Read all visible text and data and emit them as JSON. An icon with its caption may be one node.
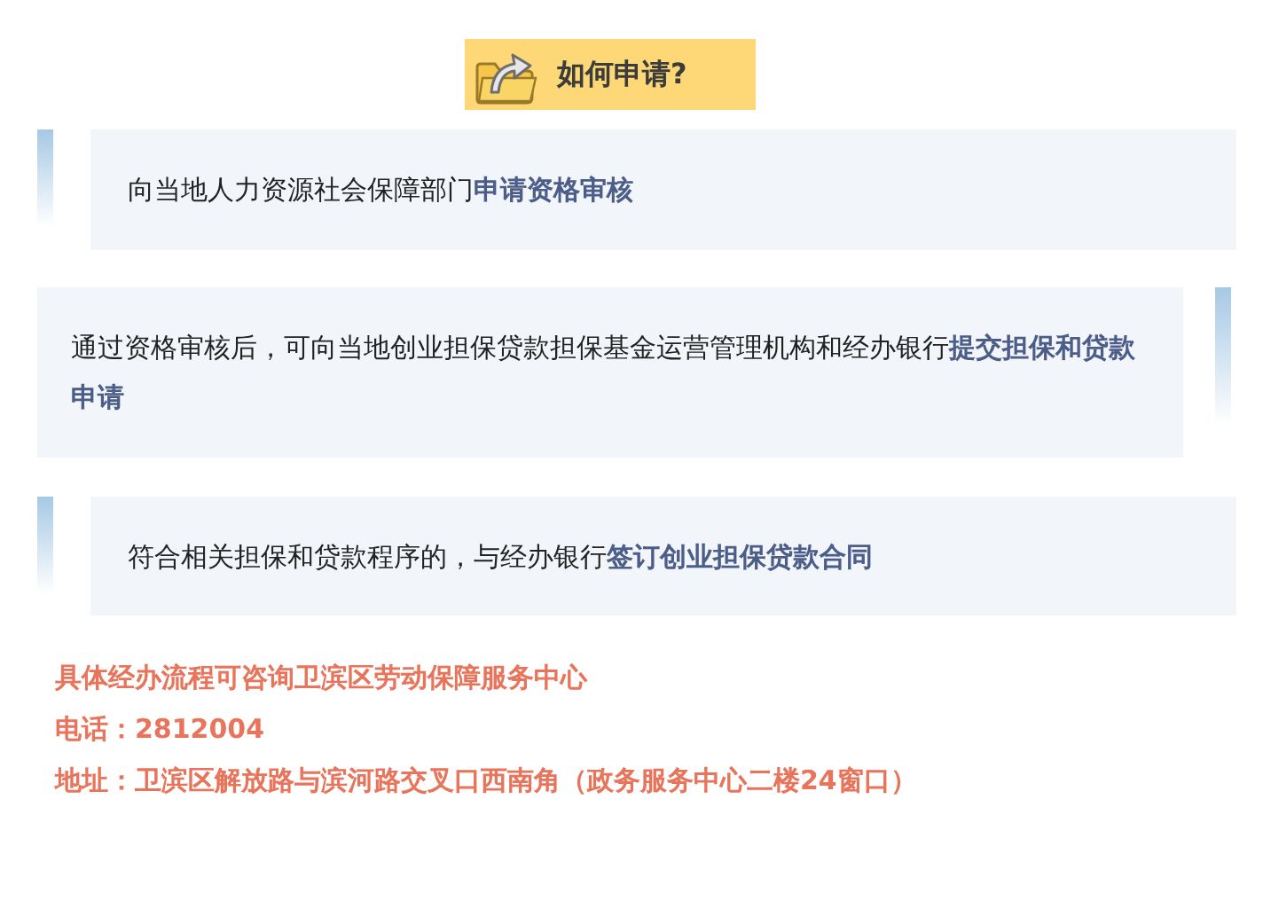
{
  "diagram": {
    "title": "如何申请?",
    "nodes": [
      {
        "text": [
          "向当地人力资源社会保障部门**申请资格审核**"
        ]
      },
      {
        "text": [
          "通过资格审核后，可向当地创业担保贷款担保基金运营管理机构和经办银行**提交担保和贷款申请**"
        ]
      },
      {
        "text": [
          "符合相关担保和贷款程序的，与经办银行**签订创业担保贷款合同**"
        ]
      }
    ],
    "labels": [
      "具体经办流程可咨询卫滨区劳动保障服务中心",
      "电话：2812004",
      "地址：卫滨区解放路与滨河路交叉口西南角（政务服务中心二楼24窗口）"
    ]
  }
}
